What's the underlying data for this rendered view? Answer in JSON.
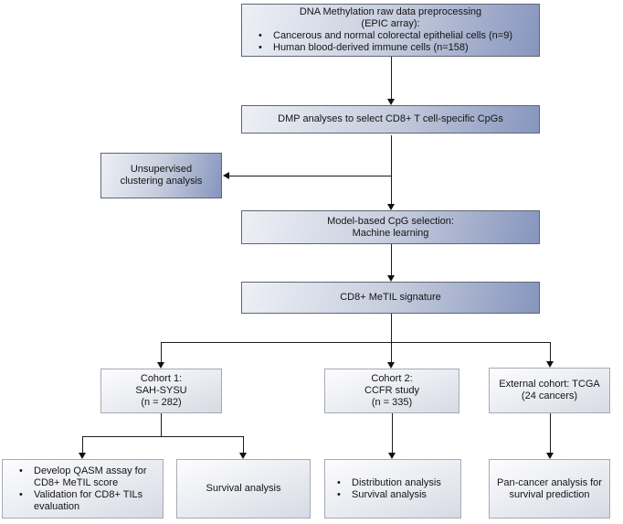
{
  "nodes": {
    "preprocessing": {
      "line1": "DNA Methylation raw data preprocessing",
      "line2": "(EPIC array):",
      "bullet1": "Cancerous and normal colorectal epithelial cells (n=9)",
      "bullet2": "Human blood-derived immune cells (n=158)"
    },
    "dmp": {
      "label": "DMP analyses to select CD8+ T cell-specific CpGs"
    },
    "unsupervised": {
      "label": "Unsupervised clustering analysis"
    },
    "model": {
      "line1": "Model-based CpG selection:",
      "line2": "Machine learning"
    },
    "signature": {
      "label": "CD8+ MeTIL signature"
    },
    "cohort1": {
      "line1": "Cohort 1:",
      "line2": "SAH-SYSU",
      "line3": "(n = 282)"
    },
    "cohort2": {
      "line1": "Cohort 2:",
      "line2": "CCFR study",
      "line3": "(n = 335)"
    },
    "external_cohort": {
      "line1": "External cohort: TCGA",
      "line2": "(24 cancers)"
    },
    "qasm": {
      "bullet1": "Develop QASM assay for CD8+ MeTIL score",
      "bullet2": "Validation for CD8+ TILs evaluation"
    },
    "survival_cohort1": {
      "label": "Survival analysis"
    },
    "cohort2_analyses": {
      "bullet1": "Distribution analysis",
      "bullet2": "Survival analysis"
    },
    "pancancer": {
      "label": "Pan-cancer analysis for survival prediction"
    }
  },
  "colors": {
    "blue_box_gradient_start": "#eef0f6",
    "blue_box_gradient_end": "#8795be",
    "light_box_gradient_start": "#fdfdfe",
    "light_box_gradient_end": "#d6dae4",
    "blue_box_border": "#5f6673",
    "light_box_border": "#a6aab2",
    "connector_line": "#1c1c1c",
    "text": "#141414",
    "background": "#ffffff"
  }
}
